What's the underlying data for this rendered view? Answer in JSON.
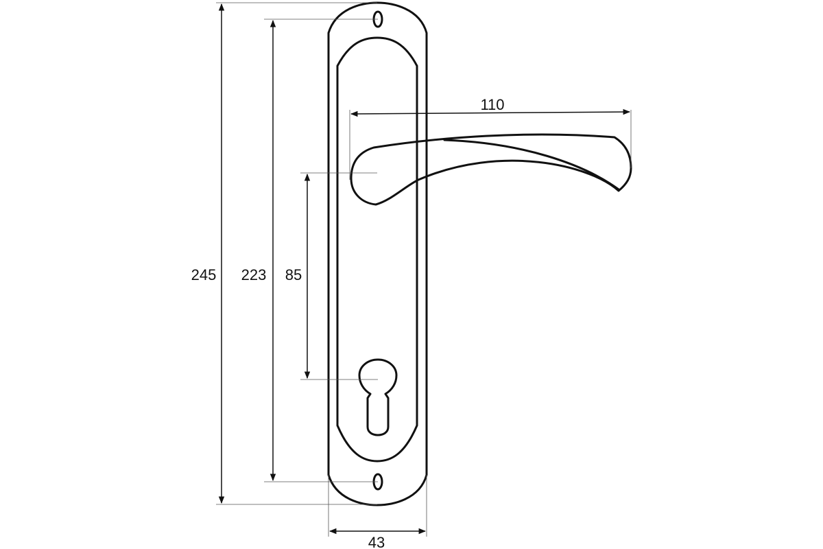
{
  "dimensions": {
    "total_height": "245",
    "hole_spacing": "223",
    "handle_to_keyhole": "85",
    "handle_length": "110",
    "plate_width": "43"
  },
  "colors": {
    "line": "#111111",
    "extension_line": "#555555",
    "background": "#ffffff"
  }
}
